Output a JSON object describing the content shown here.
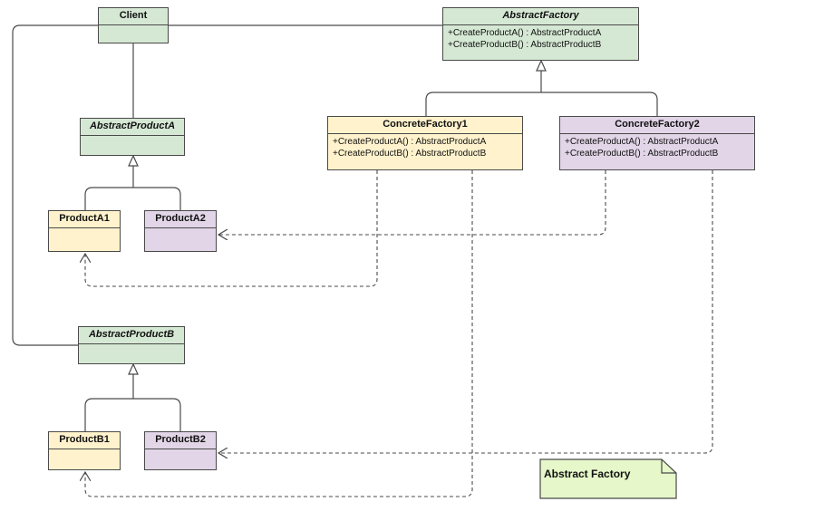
{
  "diagram": {
    "classes": {
      "client": {
        "name": "Client",
        "methods": []
      },
      "abstract_factory": {
        "name": "AbstractFactory",
        "methods": [
          "+CreateProductA() : AbstractProductA",
          "+CreateProductB() : AbstractProductB"
        ]
      },
      "concrete_factory_1": {
        "name": "ConcreteFactory1",
        "methods": [
          "+CreateProductA() : AbstractProductA",
          "+CreateProductB() : AbstractProductB"
        ]
      },
      "concrete_factory_2": {
        "name": "ConcreteFactory2",
        "methods": [
          "+CreateProductA() : AbstractProductA",
          "+CreateProductB() : AbstractProductB"
        ]
      },
      "abstract_product_a": {
        "name": "AbstractProductA",
        "methods": []
      },
      "product_a1": {
        "name": "ProductA1",
        "methods": []
      },
      "product_a2": {
        "name": "ProductA2",
        "methods": []
      },
      "abstract_product_b": {
        "name": "AbstractProductB",
        "methods": []
      },
      "product_b1": {
        "name": "ProductB1",
        "methods": []
      },
      "product_b2": {
        "name": "ProductB2",
        "methods": []
      }
    },
    "note": {
      "text": "Abstract Factory"
    },
    "colors": {
      "abstract_fill": "#d5e8d4",
      "factory1_family_fill": "#fff2cc",
      "factory2_family_fill": "#e1d5e7",
      "note_fill": "#e6f7c9",
      "line": "#4a4a4a"
    }
  }
}
